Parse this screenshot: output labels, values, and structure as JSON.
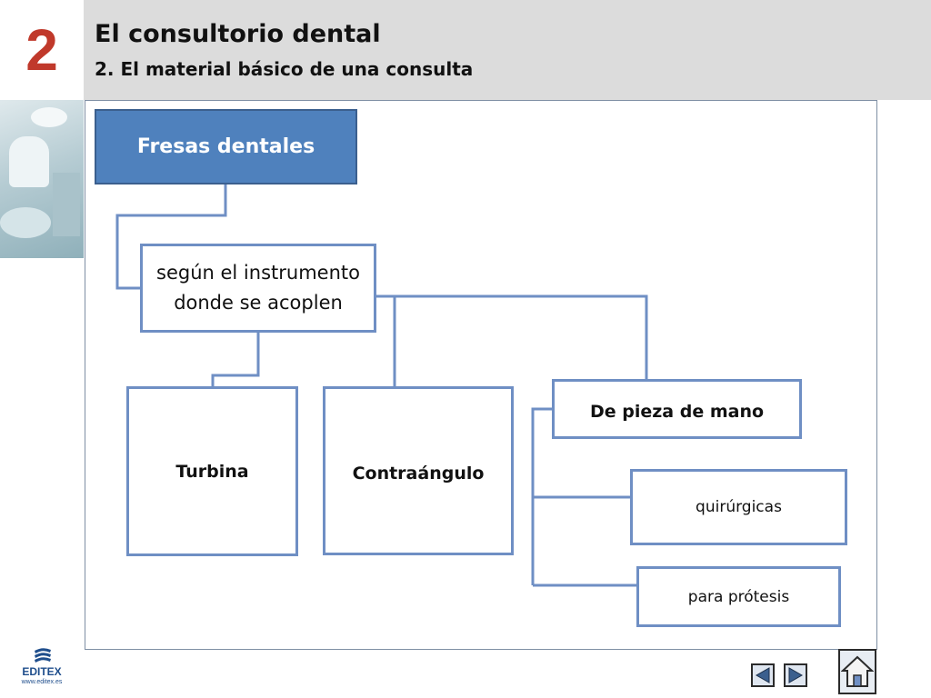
{
  "header": {
    "chapter_number": "2",
    "title": "El consultorio dental",
    "subtitle": "2. El material básico de una consulta"
  },
  "diagram": {
    "root": "Fresas dentales",
    "criteria": "según el instrumento donde se acoplen",
    "categories": {
      "turbina": "Turbina",
      "contraangulo": "Contraángulo",
      "pieza_de_mano": "De pieza de mano"
    },
    "pieza_de_mano_types": {
      "quirurgicas": "quirúrgicas",
      "protesis": "para prótesis"
    }
  },
  "footer": {
    "logo_name": "EDITEX",
    "logo_url": "www.editex.es"
  },
  "icons": {
    "prev": "triangle-left-icon",
    "next": "triangle-right-icon",
    "home": "house-icon"
  },
  "colors": {
    "accent_red": "#c0392b",
    "root_fill": "#4f81bd",
    "box_border": "#6f8fc4"
  }
}
